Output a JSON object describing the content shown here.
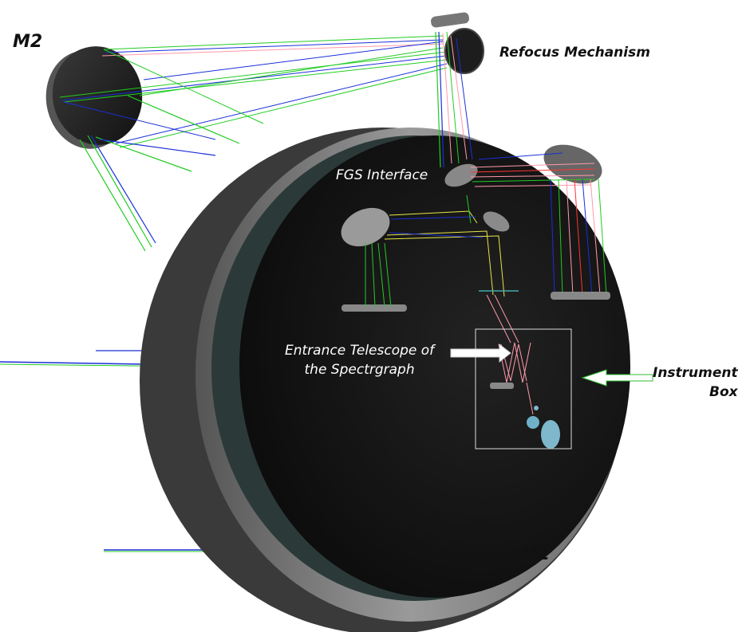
{
  "labels": {
    "m2": "M2",
    "refocus": "Refocus Mechanism",
    "fgs": "FGS Interface",
    "entrance_line1": "Entrance Telescope of",
    "entrance_line2": "the Spectrgraph",
    "instrument_line1": "Instrument",
    "instrument_line2": "Box",
    "m1": "M1"
  },
  "colors": {
    "background": "#ffffff",
    "mirror_body": "#1c1c1c",
    "mirror_rim": "#8a8a8a",
    "ray_green": "#22cc22",
    "ray_blue": "#1a2fd8",
    "ray_pink": "#ff99aa",
    "ray_yellow": "#e8e84a",
    "arrow_outline": "#33bb33",
    "box_outline": "#dddddd"
  }
}
